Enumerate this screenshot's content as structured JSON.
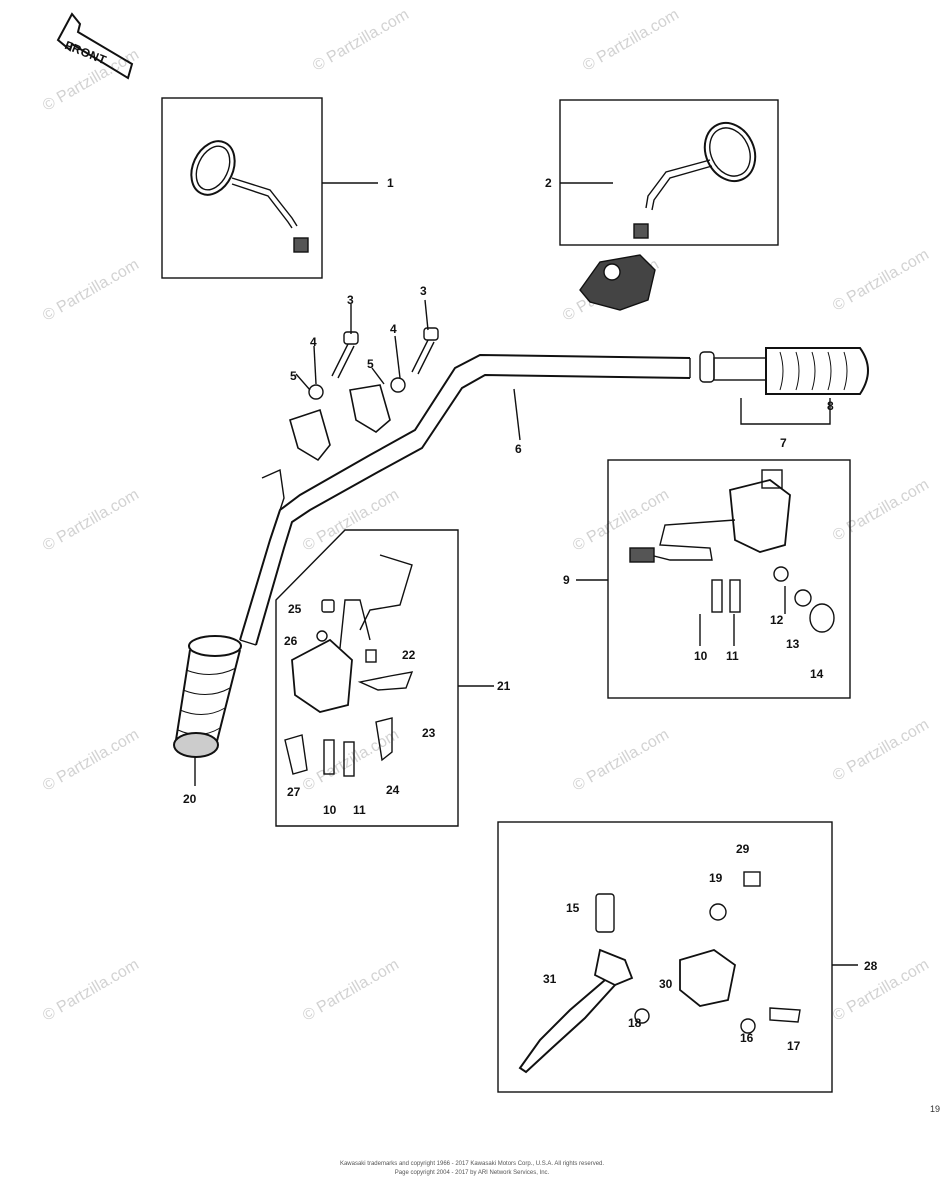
{
  "front_label": "FRONT",
  "watermark": "© Partzilla.com",
  "labels": [
    "1",
    "2",
    "3",
    "3",
    "4",
    "4",
    "5",
    "5",
    "6",
    "7",
    "8",
    "9",
    "10",
    "11",
    "12",
    "13",
    "14",
    "20",
    "21",
    "22",
    "23",
    "24",
    "25",
    "26",
    "27",
    "10",
    "11",
    "15",
    "16",
    "17",
    "18",
    "19",
    "28",
    "29",
    "30",
    "31"
  ],
  "footer": {
    "line1": "Kawasaki trademarks and copyright 1966 - 2017 Kawasaki Motors Corp., U.S.A. All rights reserved.",
    "line2": "Page copyright 2004 - 2017 by ARI Network Services, Inc."
  },
  "page_number": "19"
}
